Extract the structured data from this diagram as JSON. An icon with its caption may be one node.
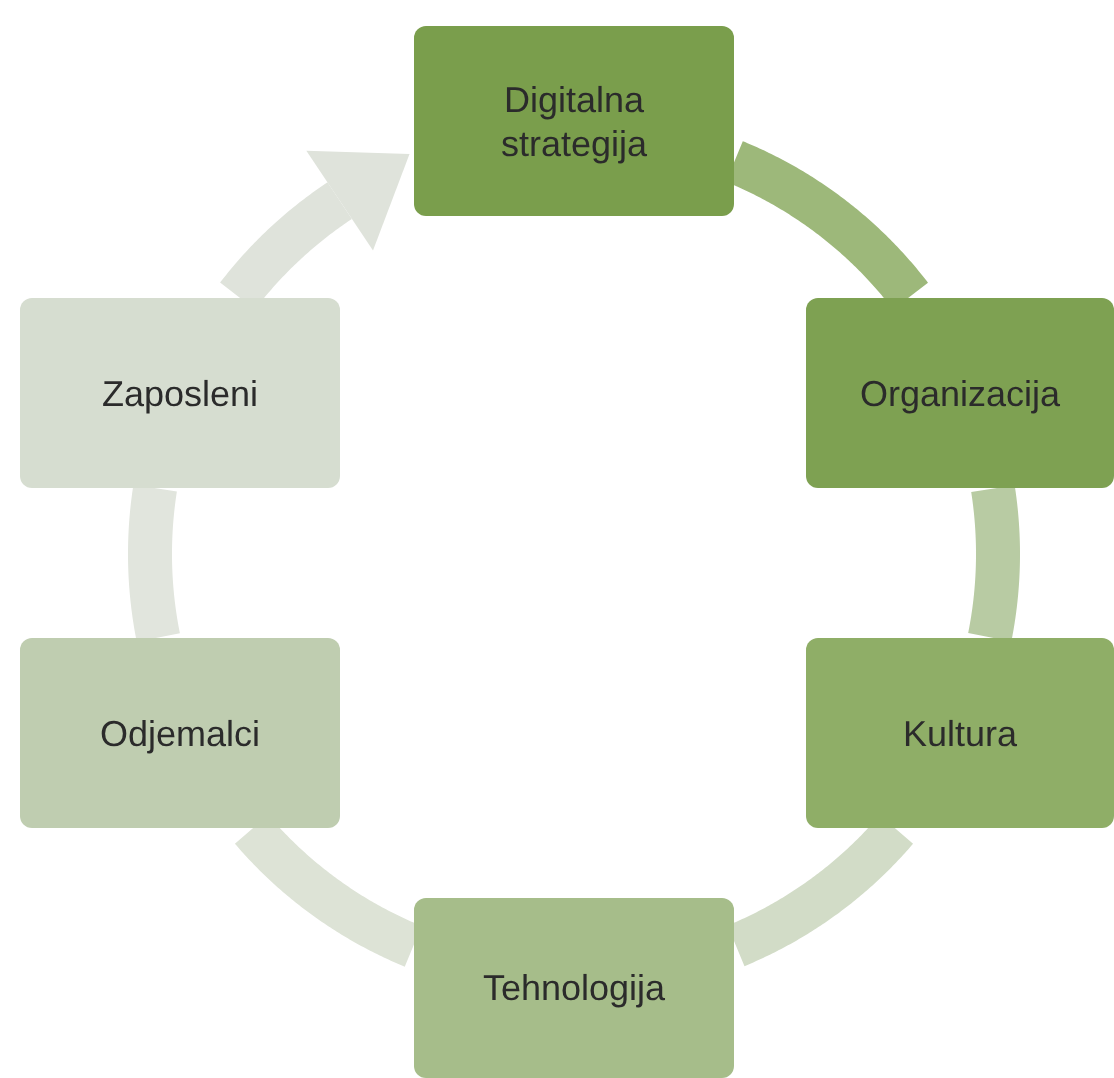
{
  "diagram": {
    "nodes": [
      {
        "text": [
          "Digitalna strategija"
        ]
      },
      {
        "text": [
          "Organizacija"
        ]
      },
      {
        "text": [
          "Kultura"
        ]
      },
      {
        "text": [
          "Tehnologija"
        ]
      },
      {
        "text": [
          "Odjemalci"
        ]
      },
      {
        "text": [
          "Zaposleni"
        ]
      }
    ],
    "edges": [
      {
        "from": 0,
        "to": 1,
        "arrow": "none",
        "color": "#9db87a"
      },
      {
        "from": 1,
        "to": 2,
        "arrow": "none",
        "color": "#b8cba3"
      },
      {
        "from": 2,
        "to": 3,
        "arrow": "none",
        "color": "#d2dcc7"
      },
      {
        "from": 3,
        "to": 4,
        "arrow": "none",
        "color": "#dde3d6"
      },
      {
        "from": 4,
        "to": 5,
        "arrow": "none",
        "color": "#e1e5dd"
      },
      {
        "from": 5,
        "to": 0,
        "arrow": "to",
        "color": "#dfe3db"
      }
    ]
  }
}
